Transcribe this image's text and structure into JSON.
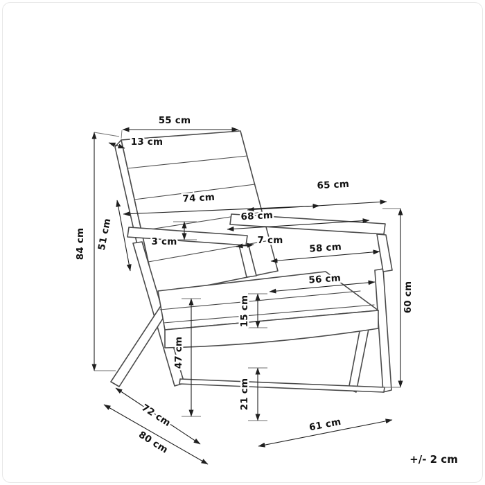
{
  "diagram": {
    "subject": "armchair dimension drawing",
    "tolerance": "+/- 2 cm",
    "labels": {
      "back_top_width": "55 cm",
      "back_thickness": "13 cm",
      "total_height": "84 cm",
      "back_height": "51 cm",
      "armrest_length": "65 cm",
      "total_width": "74 cm",
      "inner_width": "68 cm",
      "armrest_width": "7 cm",
      "arm_gap": "3 cm",
      "seat_back_width": "58 cm",
      "seat_front_width": "56 cm",
      "armrest_height": "60 cm",
      "cushion_thickness": "15 cm",
      "seat_height": "47 cm",
      "clearance_height": "21 cm",
      "depth_inner": "72 cm",
      "depth_total": "80 cm",
      "front_width": "61 cm"
    },
    "colors": {
      "line_art": "#4a4a4a",
      "dimension_lines": "#1f1f1f",
      "text": "#111111",
      "background": "#ffffff"
    }
  }
}
